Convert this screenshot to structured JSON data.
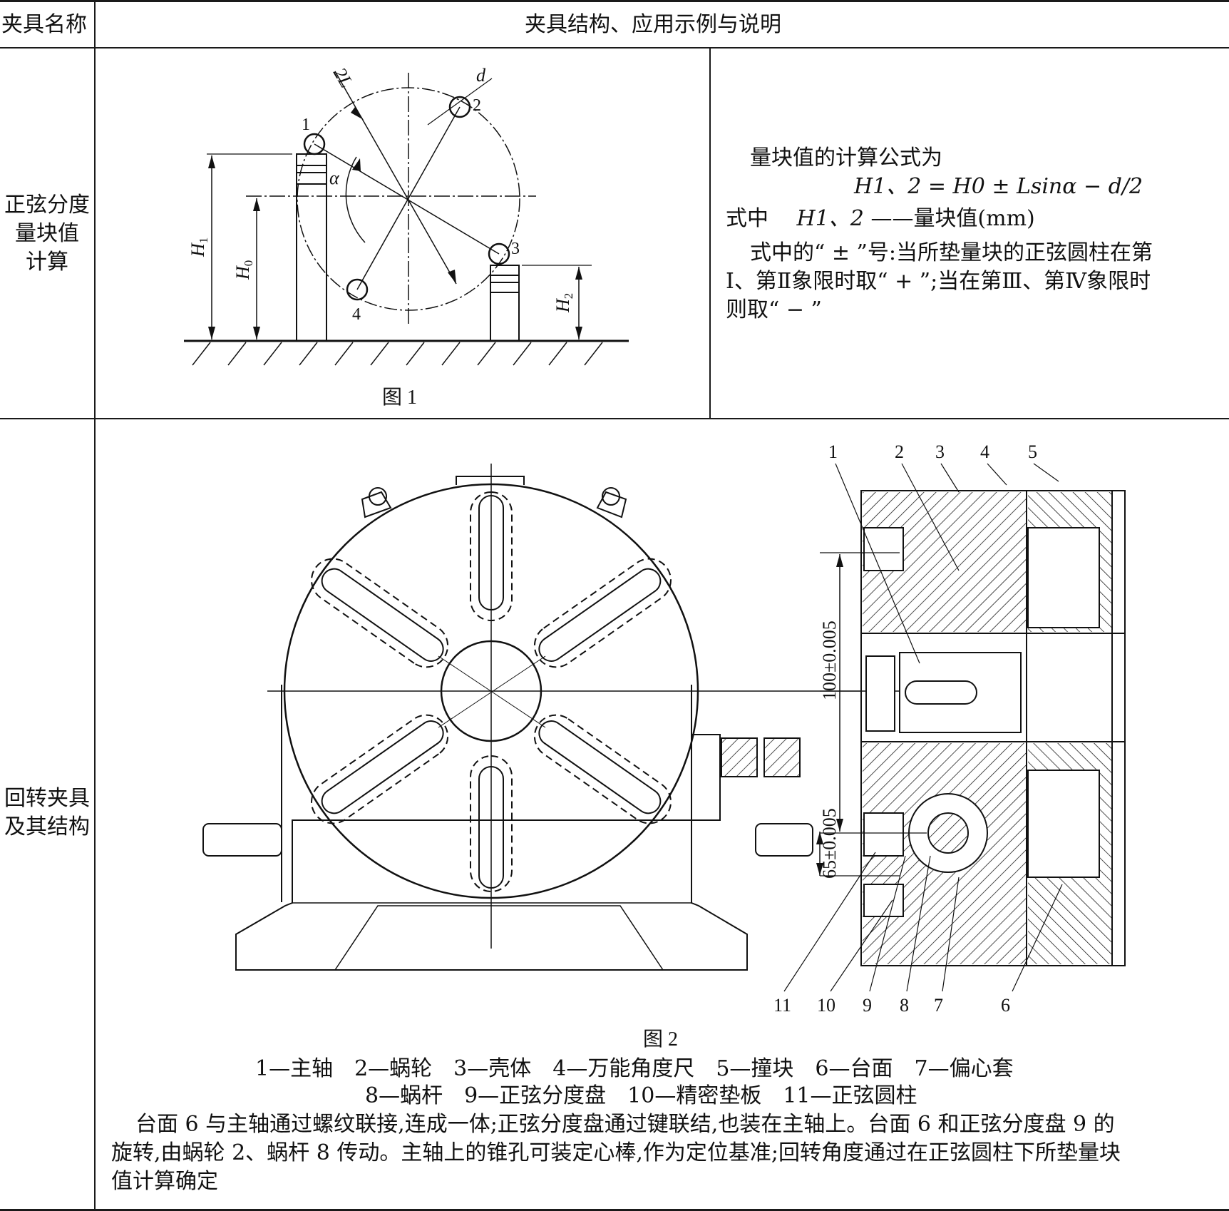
{
  "header": {
    "col1": "夹具名称",
    "col2": "夹具结构、应用示例与说明"
  },
  "row1": {
    "name": "正弦分度量块值计算",
    "name_lines": [
      "正弦分度",
      "量块值",
      "计算"
    ],
    "figure_caption": "图 1",
    "figure_labels": {
      "ball1": "1",
      "ball2": "2",
      "ball3": "3",
      "ball4": "4",
      "dim_2L": "2L",
      "dim_d": "d",
      "angle": "α",
      "h1": "H",
      "h1_sub": "1",
      "h0": "H",
      "h0_sub": "0",
      "h2": "H",
      "h2_sub": "2"
    },
    "description": {
      "intro": "量块值的计算公式为",
      "formula": "H1、2 = H0 ± Lsinα − d/2",
      "where_prefix": "式中",
      "where_symbol": "H1、2",
      "where_text": "——量块值(mm)",
      "note_line1": "式中的“ ± ”号:当所垫量块的正弦圆柱在第",
      "note_line2": "Ⅰ、第Ⅱ象限时取“ + ”;当在第Ⅲ、第Ⅳ象限时",
      "note_line3": "则取“ − ”"
    }
  },
  "row2": {
    "name_lines": [
      "回转夹具",
      "及其结构"
    ],
    "figure_caption": "图 2",
    "dim_100": "100±0.005",
    "dim_65": "65±0.005",
    "part_numbers_top": [
      "1",
      "2",
      "3",
      "4",
      "5"
    ],
    "part_numbers_bottom": [
      "11",
      "10",
      "9",
      "8",
      "7",
      "6"
    ],
    "legend_line1": "1—主轴　2—蜗轮　3—壳体　4—万能角度尺　5—撞块　6—台面　7—偏心套",
    "legend_line2": "8—蜗杆　9—正弦分度盘　10—精密垫板　11—正弦圆柱",
    "desc_line1": "台面 6 与主轴通过螺纹联接,连成一体;正弦分度盘通过键联结,也装在主轴上。台面 6 和正弦分度盘 9 的",
    "desc_line2": "旋转,由蜗轮 2、蜗杆 8 传动。主轴上的锥孔可装定心棒,作为定位基准;回转角度通过在正弦圆柱下所垫量块",
    "desc_line3": "值计算确定"
  }
}
